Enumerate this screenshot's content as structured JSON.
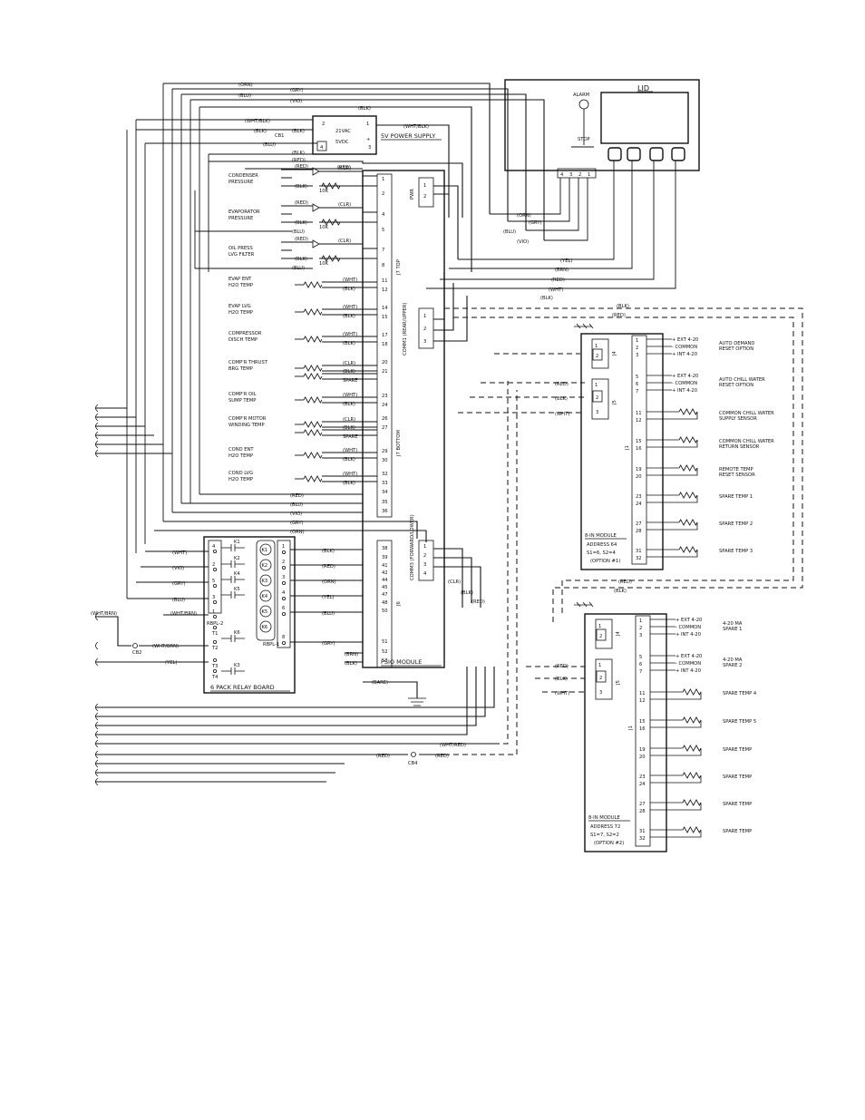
{
  "lid": {
    "title": "LID",
    "alarm_label": "ALARM",
    "stop_label": "STOP",
    "terminals": [
      "4",
      "3",
      "2",
      "1"
    ]
  },
  "power_supply": {
    "label": "5V POWER SUPPLY",
    "vac": "21VAC",
    "vdc": "5VDC",
    "pins": [
      "2",
      "1",
      "4",
      "3"
    ],
    "plus": "+",
    "minus": "-",
    "cb1": "CB1"
  },
  "psio": {
    "label": "PSIO MODULE",
    "j7_top": "J7 TOP",
    "j7_bottom": "J7 BOTTOM",
    "j6": "J6",
    "pwr": "PWR",
    "comm1": "COMM1 (REAR/UPPER)",
    "comm3": "COMM3 (FORWARD/LOWER)",
    "pins_top": [
      "1",
      "2",
      "4",
      "5",
      "7",
      "8",
      "11",
      "12",
      "14",
      "15",
      "17",
      "18"
    ],
    "pins_bottom": [
      "20",
      "21",
      "23",
      "24",
      "26",
      "27",
      "29",
      "30",
      "32",
      "33",
      "34",
      "35",
      "36"
    ],
    "pins_j6": [
      "38",
      "39",
      "41",
      "42",
      "44",
      "45",
      "47",
      "48",
      "50",
      "51",
      "52",
      "53"
    ],
    "pwr_pins": [
      "1",
      "2"
    ],
    "comm1_pins": [
      "1",
      "2",
      "3"
    ],
    "comm3_pins": [
      "1",
      "2",
      "3",
      "4"
    ]
  },
  "sensors": [
    {
      "label1": "CONDENSER",
      "label2": "PRESSURE"
    },
    {
      "label1": "EVAPORATOR",
      "label2": "PRESSURE"
    },
    {
      "label1": "OIL PRESS",
      "label2": "LVG FILTER"
    },
    {
      "label1": "EVAP ENT",
      "label2": "H2O TEMP"
    },
    {
      "label1": "EVAP LVG",
      "label2": "H2O TEMP"
    },
    {
      "label1": "COMPRESSOR",
      "label2": "DISCH TEMP"
    },
    {
      "label1": "COMP'R THRUST",
      "label2": "BRG TEMP"
    },
    {
      "label1": "COMP'R OIL",
      "label2": "SUMP TEMP"
    },
    {
      "label1": "COMP'R MOTOR",
      "label2": "WINDING TEMP"
    },
    {
      "label1": "COND ENT",
      "label2": "H2O TEMP"
    },
    {
      "label1": "COND LVG",
      "label2": "H2O TEMP"
    }
  ],
  "wire_colors": {
    "orn": "(ORN)",
    "gry": "(GRY)",
    "blu": "(BLU)",
    "vio": "(VIO)",
    "blk": "(BLK)",
    "wht_blk": "(WHT/BLK)",
    "red": "(RED)",
    "clr": "(CLR)",
    "wht": "(WHT)",
    "yel": "(YEL)",
    "brn": "(BRN)",
    "wht_brn": "(WHT/BRN)",
    "bare": "(BARE)",
    "wht_red": "(WHT/RED)"
  },
  "misc": {
    "k10": "10K",
    "spare": "SPARE",
    "cb2": "CB2",
    "cb4": "CB4"
  },
  "relay_board": {
    "label": "6 PACK RELAY BOARD",
    "rbpl2": "RBPL-2",
    "rbpl1": "RBPL-1",
    "relays": [
      "K1",
      "K2",
      "K4",
      "K5",
      "K6",
      "K3"
    ],
    "coils": [
      "K1",
      "K2",
      "K3",
      "K4",
      "K5",
      "K6"
    ],
    "tset": [
      "T1",
      "T2",
      "T3",
      "T4"
    ],
    "left_pins": [
      "4",
      "2",
      "5",
      "3",
      "1"
    ],
    "right_pins": [
      "1",
      "2",
      "3",
      "4",
      "6",
      "8"
    ]
  },
  "module1": {
    "title": "8-IN MODULE",
    "address": "ADDRESS 64",
    "switches": "S1=6, S2=4",
    "option": "(OPTION #1)",
    "j4": "J4",
    "j5": "J5",
    "j1": "J1",
    "inputs": [
      {
        "label1": "AUTO DEMAND",
        "label2": "RESET OPTION"
      },
      {
        "label1": "AUTO CHILL WATER",
        "label2": "RESET OPTION"
      },
      {
        "label1": "COMMON CHILL WATER",
        "label2": "SUPPLY SENSOR"
      },
      {
        "label1": "COMMON CHILL WATER",
        "label2": "RETURN SENSOR"
      },
      {
        "label1": "REMOTE TEMP",
        "label2": "RESET SENSOR"
      },
      {
        "label1": "SPARE TEMP 1",
        "label2": ""
      },
      {
        "label1": "SPARE TEMP 2",
        "label2": ""
      },
      {
        "label1": "SPARE TEMP 3",
        "label2": ""
      }
    ]
  },
  "module2": {
    "title": "8-IN MODULE",
    "address": "ADDRESS 72",
    "switches": "S1=7, S2=2",
    "option": "(OPTION #2)",
    "j4": "J4",
    "j5": "J5",
    "j1": "J1",
    "inputs": [
      {
        "label1": "4-20 MA",
        "label2": "SPARE 1"
      },
      {
        "label1": "4-20 MA",
        "label2": "SPARE 2"
      },
      {
        "label1": "SPARE TEMP 4",
        "label2": ""
      },
      {
        "label1": "SPARE TEMP 5",
        "label2": ""
      },
      {
        "label1": "SPARE TEMP",
        "label2": ""
      },
      {
        "label1": "SPARE TEMP",
        "label2": ""
      },
      {
        "label1": "SPARE TEMP",
        "label2": ""
      },
      {
        "label1": "SPARE TEMP",
        "label2": ""
      }
    ]
  },
  "module_pins": [
    "1",
    "2",
    "3",
    "5",
    "6",
    "7",
    "11",
    "12",
    "15",
    "16",
    "19",
    "20",
    "23",
    "24",
    "27",
    "28",
    "31",
    "32"
  ],
  "jpins": [
    "1",
    "2",
    "3"
  ],
  "analog_labels": {
    "ext": "EXT 4-20",
    "common": "COMMON",
    "int": "INT 4-20"
  }
}
